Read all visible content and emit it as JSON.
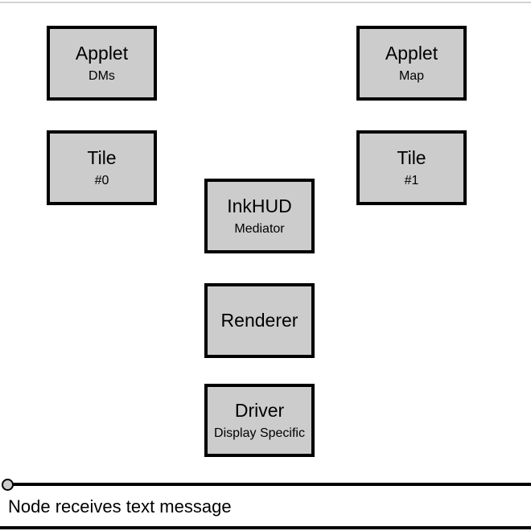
{
  "diagram": {
    "background_color": "#ffffff",
    "box_fill_color": "#cccccc",
    "box_border_color": "#000000",
    "nodes": [
      {
        "id": "applet-dms",
        "title": "Applet",
        "subtitle": "DMs"
      },
      {
        "id": "applet-map",
        "title": "Applet",
        "subtitle": "Map"
      },
      {
        "id": "tile-0",
        "title": "Tile",
        "subtitle": "#0"
      },
      {
        "id": "tile-1",
        "title": "Tile",
        "subtitle": "#1"
      },
      {
        "id": "inkhud",
        "title": "InkHUD",
        "subtitle": "Mediator"
      },
      {
        "id": "renderer",
        "title": "Renderer",
        "subtitle": ""
      },
      {
        "id": "driver",
        "title": "Driver",
        "subtitle": "Display Specific"
      }
    ],
    "timeline": {
      "marker_icon": "circle-marker-icon",
      "label": "Node receives text message"
    }
  }
}
